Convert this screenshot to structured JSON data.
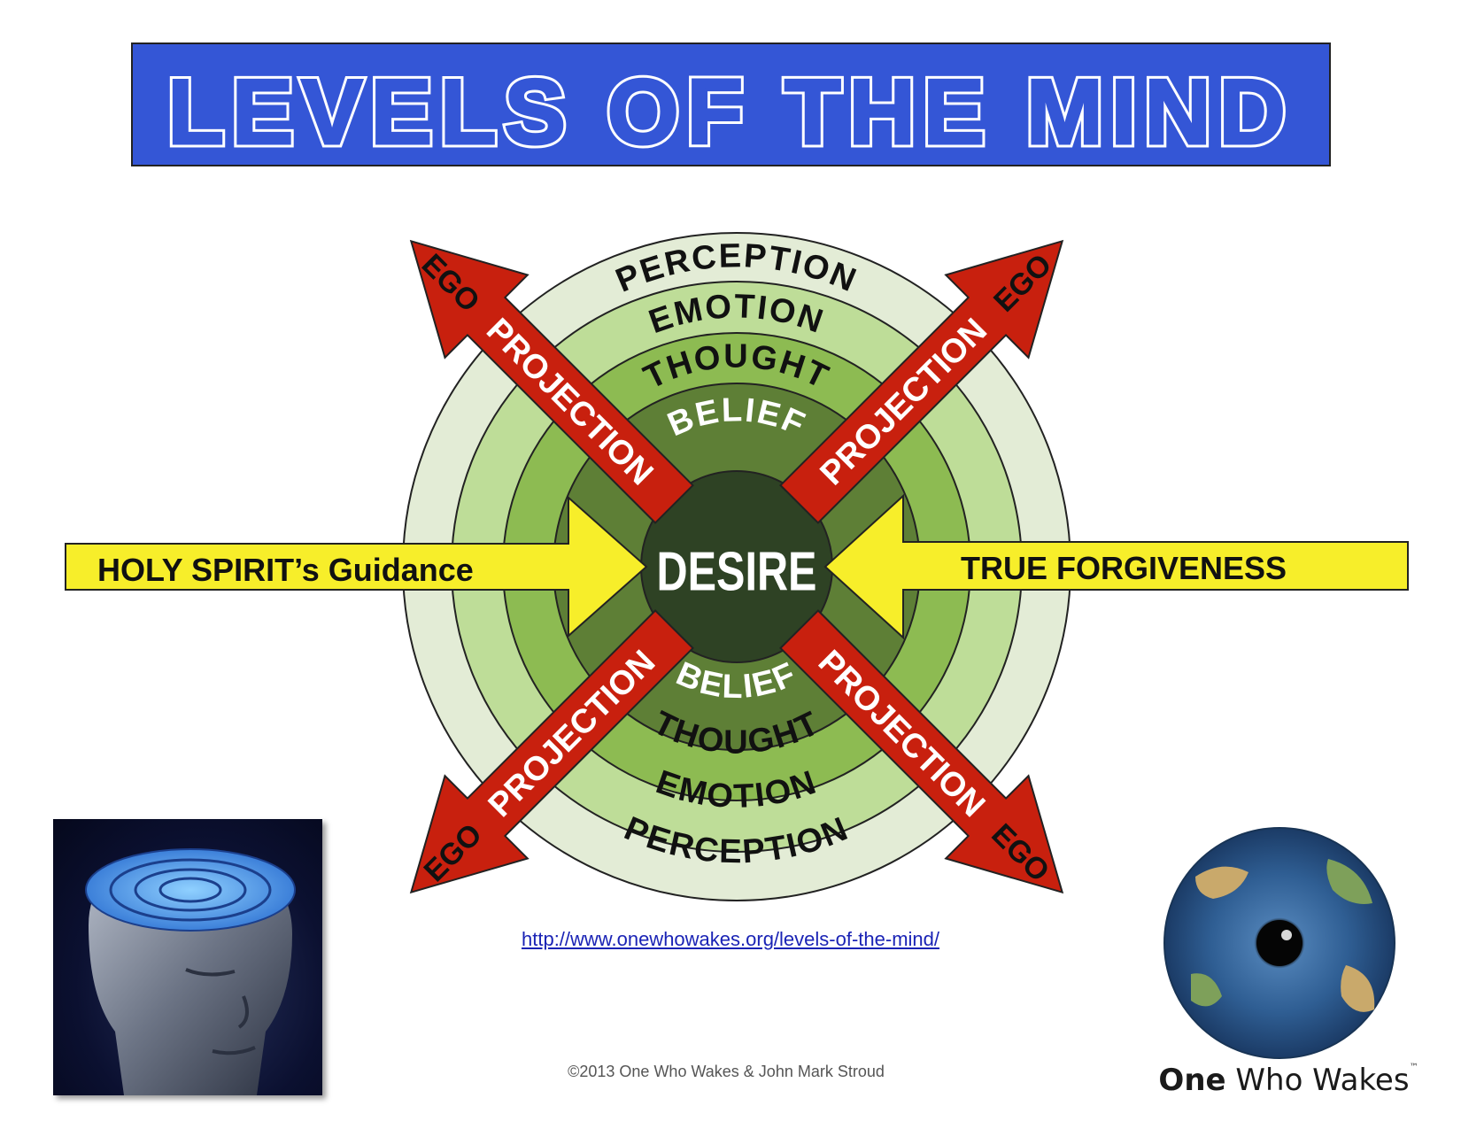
{
  "title": "LEVELS OF THE MIND",
  "rings": {
    "top": [
      "PERCEPTION",
      "EMOTION",
      "THOUGHT",
      "BELIEF"
    ],
    "bottom": [
      "BELIEF",
      "THOUGHT",
      "EMOTION",
      "PERCEPTION"
    ],
    "center": "DESIRE"
  },
  "arrows": {
    "diagonal_label": "PROJECTION",
    "diagonal_tip": "EGO",
    "left": "HOLY SPIRIT’s Guidance",
    "right": "TRUE FORGIVENESS"
  },
  "colors": {
    "banner": "#3456d6",
    "ring_perception": "#e3ecd6",
    "ring_emotion": "#bedd98",
    "ring_thought": "#8dbb52",
    "ring_belief": "#5e7f36",
    "center": "#2e4224",
    "projection_arrow": "#c8200e",
    "guidance_arrow": "#f7ee2a"
  },
  "url": "http://www.onewhowakes.org/levels-of-the-mind/",
  "copyright": "©2013 One Who Wakes & John Mark Stroud",
  "logo": {
    "bold": "One",
    "rest": " Who Wakes",
    "tm": "™"
  },
  "icons": {
    "head": "maze-head-image",
    "logo": "globe-eye-logo"
  }
}
